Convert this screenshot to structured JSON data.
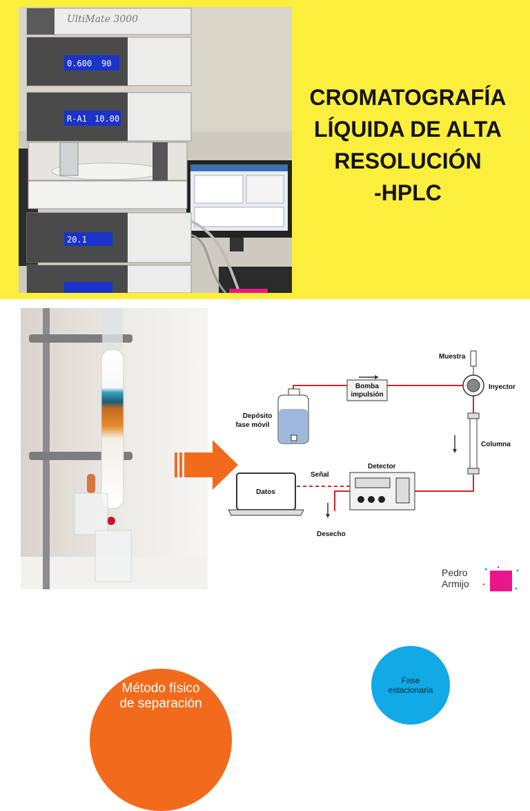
{
  "title": {
    "line1": "CROMATOGRAFÍA",
    "line2": "LÍQUIDA DE ALTA",
    "line3": "RESOLUCIÓN",
    "line4": "-HPLC"
  },
  "instrument": {
    "brand": "UltiMate 3000",
    "pump_flow": "0.600",
    "pump_pressure": "90",
    "sampler_position": "R-A1",
    "sampler_volume": "10.00",
    "oven_temperature": "20.1"
  },
  "diagram": {
    "muestra": "Muestra",
    "inyector": "Inyector",
    "bomba_line1": "Bomba",
    "bomba_line2": "impulsión",
    "deposito_line1": "Depósito",
    "deposito_line2": "fase móvil",
    "columna": "Columna",
    "detector": "Detector",
    "senal": "Señal",
    "datos": "Datos",
    "desecho": "Desecho"
  },
  "author": {
    "line1": "Pedro",
    "line2": "Armijo"
  },
  "bubbles": {
    "orange_line1": "Método físico",
    "orange_line2": "de separación",
    "blue_line1": "Fase",
    "blue_line2": "estacionaria"
  },
  "colors": {
    "banner_yellow": "#fbee3c",
    "orange": "#f26b1d",
    "blue": "#11a9e6",
    "magenta": "#e8168b",
    "tubing_red": "#d2232a"
  }
}
